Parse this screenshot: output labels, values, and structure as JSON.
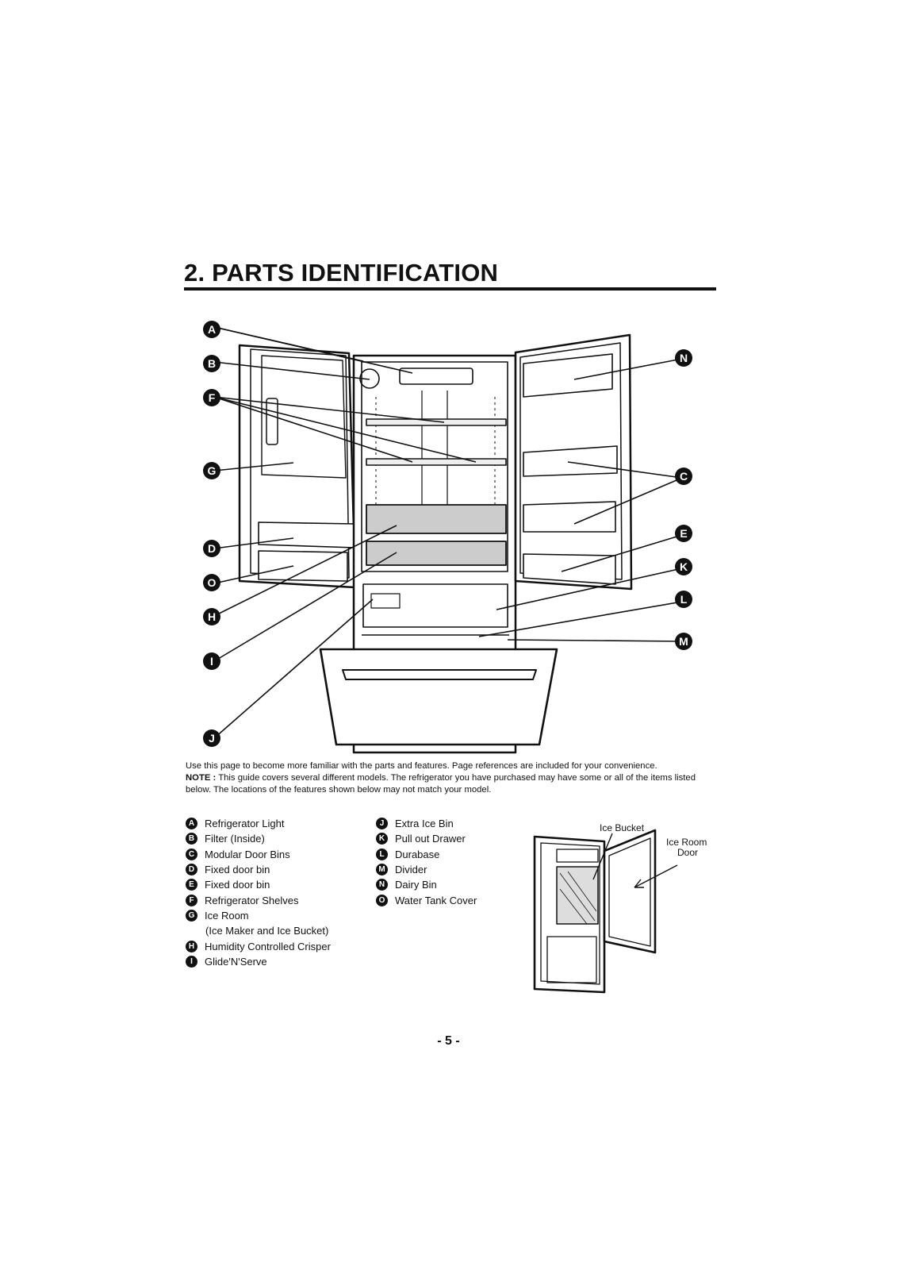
{
  "page": {
    "title": "2. PARTS IDENTIFICATION",
    "intro_line1": "Use this page to become more familiar with the parts and features. Page references are included for your convenience.",
    "note_label": "NOTE :",
    "note_text": " This guide covers several different models. The refrigerator you have purchased may have some or all of the items listed below. The locations of the features shown below may not match your model.",
    "page_number": "- 5 -"
  },
  "callouts": [
    "A",
    "B",
    "F",
    "G",
    "D",
    "O",
    "H",
    "I",
    "J",
    "N",
    "C",
    "E",
    "K",
    "L",
    "M"
  ],
  "legend_left": [
    {
      "letter": "A",
      "label": "Refrigerator Light"
    },
    {
      "letter": "B",
      "label": "Filter (Inside)"
    },
    {
      "letter": "C",
      "label": "Modular Door Bins"
    },
    {
      "letter": "D",
      "label": "Fixed door bin"
    },
    {
      "letter": "E",
      "label": "Fixed door bin"
    },
    {
      "letter": "F",
      "label": "Refrigerator Shelves"
    },
    {
      "letter": "G",
      "label": "Ice Room"
    },
    {
      "letter": "",
      "label": "(Ice Maker and Ice Bucket)"
    },
    {
      "letter": "H",
      "label": "Humidity Controlled Crisper"
    },
    {
      "letter": "I",
      "label": "Glide'N'Serve"
    }
  ],
  "legend_right": [
    {
      "letter": "J",
      "label": "Extra Ice Bin"
    },
    {
      "letter": "K",
      "label": "Pull out Drawer"
    },
    {
      "letter": "L",
      "label": "Durabase"
    },
    {
      "letter": "M",
      "label": "Divider"
    },
    {
      "letter": "N",
      "label": "Dairy Bin"
    },
    {
      "letter": "O",
      "label": "Water Tank Cover"
    }
  ],
  "inset": {
    "ice_bucket": "Ice Bucket",
    "ice_room_door_1": "Ice Room",
    "ice_room_door_2": "Door"
  }
}
